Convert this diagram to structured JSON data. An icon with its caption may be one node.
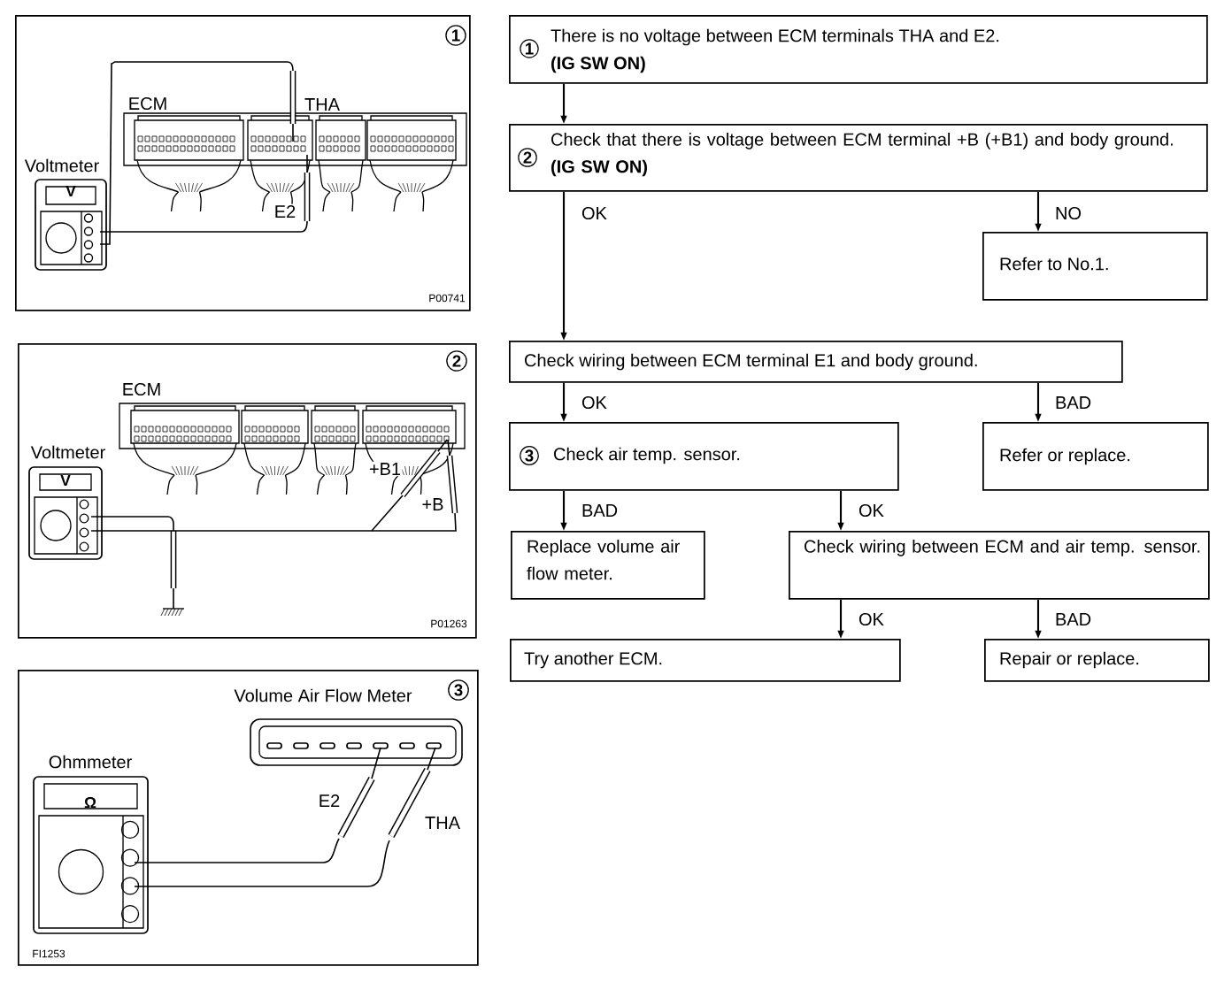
{
  "diagram": {
    "nodes": [
      {
        "text": [
          "1",
          "ECM",
          "THA",
          "Voltmeter",
          "V",
          "E2",
          "P00741"
        ]
      },
      {
        "text": [
          "2",
          "ECM",
          "Voltmeter",
          "V",
          "+B1",
          "+B",
          "P01263"
        ]
      },
      {
        "text": [
          "Volume Air Flow Meter",
          "3",
          "Ohmmeter",
          "Ω",
          "E2",
          "THA",
          "FI1253"
        ]
      },
      {
        "text": [
          "1",
          "There is no voltage between ECM terminals THA and E2.",
          "(IG SW ON)"
        ]
      },
      {
        "text": [
          "2",
          "Check that there is voltage between ECM terminal +B (+B1) and body ground. **(IG SW ON)**"
        ]
      },
      {
        "text": [
          "Refer to No.1."
        ]
      },
      {
        "text": [
          "Check wiring between ECM terminal E1 and body ground."
        ]
      },
      {
        "text": [
          "3",
          "Check air temp. sensor."
        ]
      },
      {
        "text": [
          "Refer or replace."
        ]
      },
      {
        "text": [
          "Replace volume air flow meter."
        ]
      },
      {
        "text": [
          "Check wiring between ECM and air temp. sensor."
        ]
      },
      {
        "text": [
          "Try another ECM."
        ]
      },
      {
        "text": [
          "Repair or replace."
        ]
      }
    ],
    "edges": [
      {
        "from": 3,
        "to": 4,
        "arrow": "to"
      },
      {
        "from": 4,
        "to": 6,
        "arrow": "to",
        "label": "OK"
      },
      {
        "from": 4,
        "to": 5,
        "arrow": "to",
        "label": "NO"
      },
      {
        "from": 6,
        "to": 7,
        "arrow": "to",
        "label": "OK"
      },
      {
        "from": 6,
        "to": 8,
        "arrow": "to",
        "label": "BAD"
      },
      {
        "from": 7,
        "to": 9,
        "arrow": "to",
        "label": "BAD"
      },
      {
        "from": 7,
        "to": 10,
        "arrow": "to",
        "label": "OK"
      },
      {
        "from": 10,
        "to": 11,
        "arrow": "to",
        "label": "OK"
      },
      {
        "from": 10,
        "to": 12,
        "arrow": "to",
        "label": "BAD"
      }
    ]
  }
}
